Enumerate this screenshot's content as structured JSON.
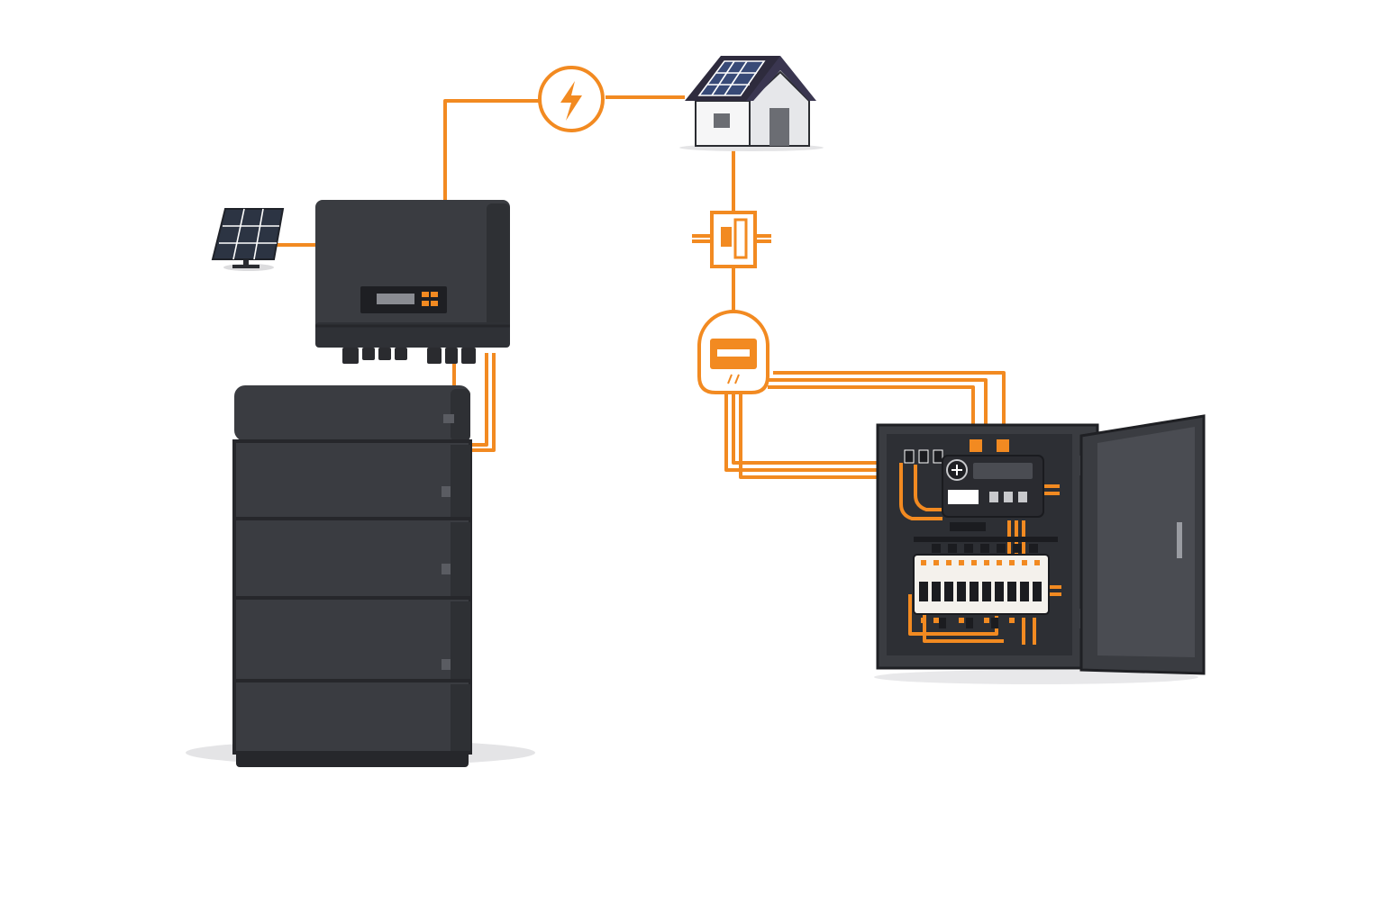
{
  "diagram": {
    "nodes": [
      {
        "id": "solar-panel",
        "kind": "solar-panel"
      },
      {
        "id": "inverter",
        "kind": "hybrid-inverter"
      },
      {
        "id": "battery",
        "kind": "battery-stack",
        "modules": 4
      },
      {
        "id": "house",
        "kind": "house-with-rooftop-solar"
      },
      {
        "id": "power-node",
        "kind": "lightning-badge"
      },
      {
        "id": "disconnect",
        "kind": "disconnect-switch"
      },
      {
        "id": "meter",
        "kind": "electric-meter"
      },
      {
        "id": "panel",
        "kind": "electrical-panel",
        "breakers": 10,
        "door": "open"
      }
    ],
    "links": [
      {
        "from": "solar-panel",
        "to": "inverter"
      },
      {
        "from": "inverter",
        "to": "power-node"
      },
      {
        "from": "power-node",
        "to": "house"
      },
      {
        "from": "inverter",
        "to": "battery"
      },
      {
        "from": "house",
        "to": "disconnect"
      },
      {
        "from": "disconnect",
        "to": "meter"
      },
      {
        "from": "meter",
        "to": "panel"
      }
    ]
  },
  "colors": {
    "wire": "#f28a21",
    "equipment_dark": "#3a3c41",
    "equipment_darker": "#26272b",
    "equipment_light": "#4a4c52",
    "panel_blue": "#2d3138",
    "background": "#ffffff",
    "shadow": "#e4e4e6"
  },
  "icons": {
    "power": "lightning-bolt-icon",
    "solar": "solar-panel-icon",
    "house": "house-icon"
  }
}
